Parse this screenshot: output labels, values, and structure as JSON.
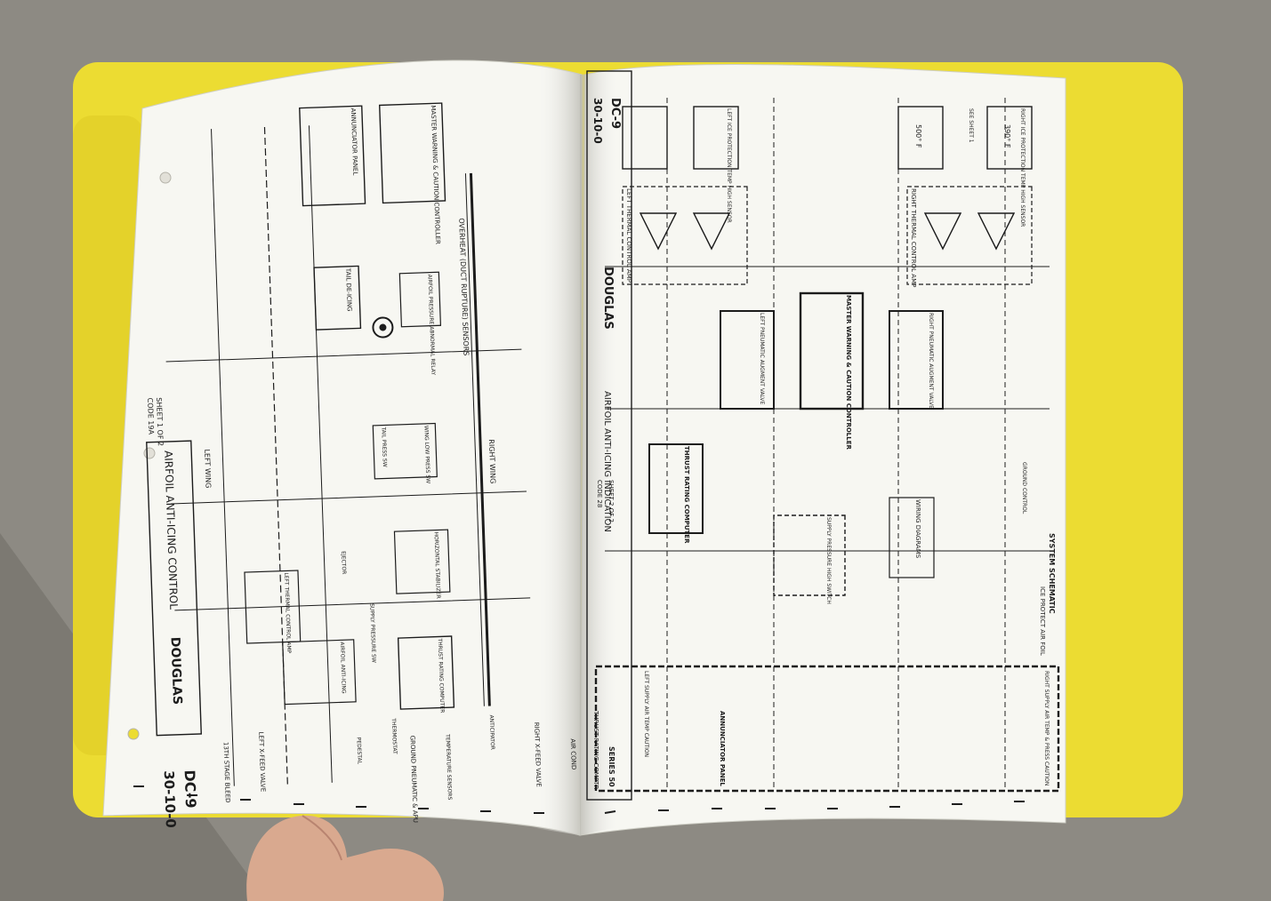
{
  "left_page": {
    "system_title": "AIRFOIL ANTI-ICING CONTROL",
    "brand": "DOUGLAS",
    "model": "DC-9",
    "chapter": "30-10-0",
    "sheet": "SHEET 1 OF 2",
    "code": "CODE 19A",
    "components": [
      "MASTER WARNING & CAUTION CONTROLLER",
      "ANNUNCIATOR PANEL",
      "OVERHEAT (DUCT RUPTURE) SENSORS",
      "TAIL DE-ICING",
      "AIRFOIL PRESSURE ABNORMAL RELAY",
      "WING LOW PRESS SW",
      "TAIL PRESS SW",
      "LEFT THERMAL CONTROL AMP",
      "RIGHT WING",
      "LEFT WING",
      "HORIZONTAL STABILIZER",
      "THRUST RATING COMPUTER",
      "AIRFOIL ANTI-ICING",
      "SUPPLY PRESSURE SW",
      "EJECTOR",
      "RIGHT X-FEED VALVE",
      "LEFT X-FEED VALVE",
      "AIR COND",
      "GROUND PNEUMATIC & APU",
      "TEMPERATURE SENSORS",
      "PEDESTAL",
      "ANTICIPATOR",
      "THERMOSTAT",
      "13TH STAGE BLEED"
    ]
  },
  "right_page": {
    "system_title": "AIRFOIL ANTI-ICING INDICATION",
    "brand": "DOUGLAS",
    "model": "DC-9",
    "chapter": "30-10-0",
    "sheet": "SHEET 2 OF 2",
    "code": "CODE 28",
    "section": "SYSTEM SCHEMATIC",
    "series": "SERIES 50",
    "footer_note": "THRUST RATING COMPTR",
    "components": [
      "RIGHT ICE PROTECTION TEMP HIGH SENSOR",
      "LEFT ICE PROTECTION TEMP HIGH SENSOR",
      "SEE SHEET 1",
      "390° F",
      "500° F",
      "RIGHT THERMAL CONTROL AMP",
      "LEFT THERMAL CONTROL AMP",
      "RIGHT PNEUMATIC AUGMENT VALVE",
      "LEFT PNEUMATIC AUGMENT VALVE",
      "MASTER WARNING & CAUTION CONTROLLER",
      "THRUST RATING COMPUTER",
      "SUPPLY PRESSURE HIGH SWITCH",
      "WIRING DIAGRAMS",
      "ANNUNCIATOR PANEL",
      "ICE PROTECT AIR FOIL",
      "RIGHT SUPPLY AIR TEMP & PRESS CAUTION",
      "LEFT SUPPLY AIR TEMP CAUTION",
      "GROUND CONTROL"
    ]
  },
  "colors": {
    "binder": "#ecdc32",
    "page": "#f7f7f2",
    "ink": "#1c1c1c",
    "ground": "#8d8a83"
  }
}
